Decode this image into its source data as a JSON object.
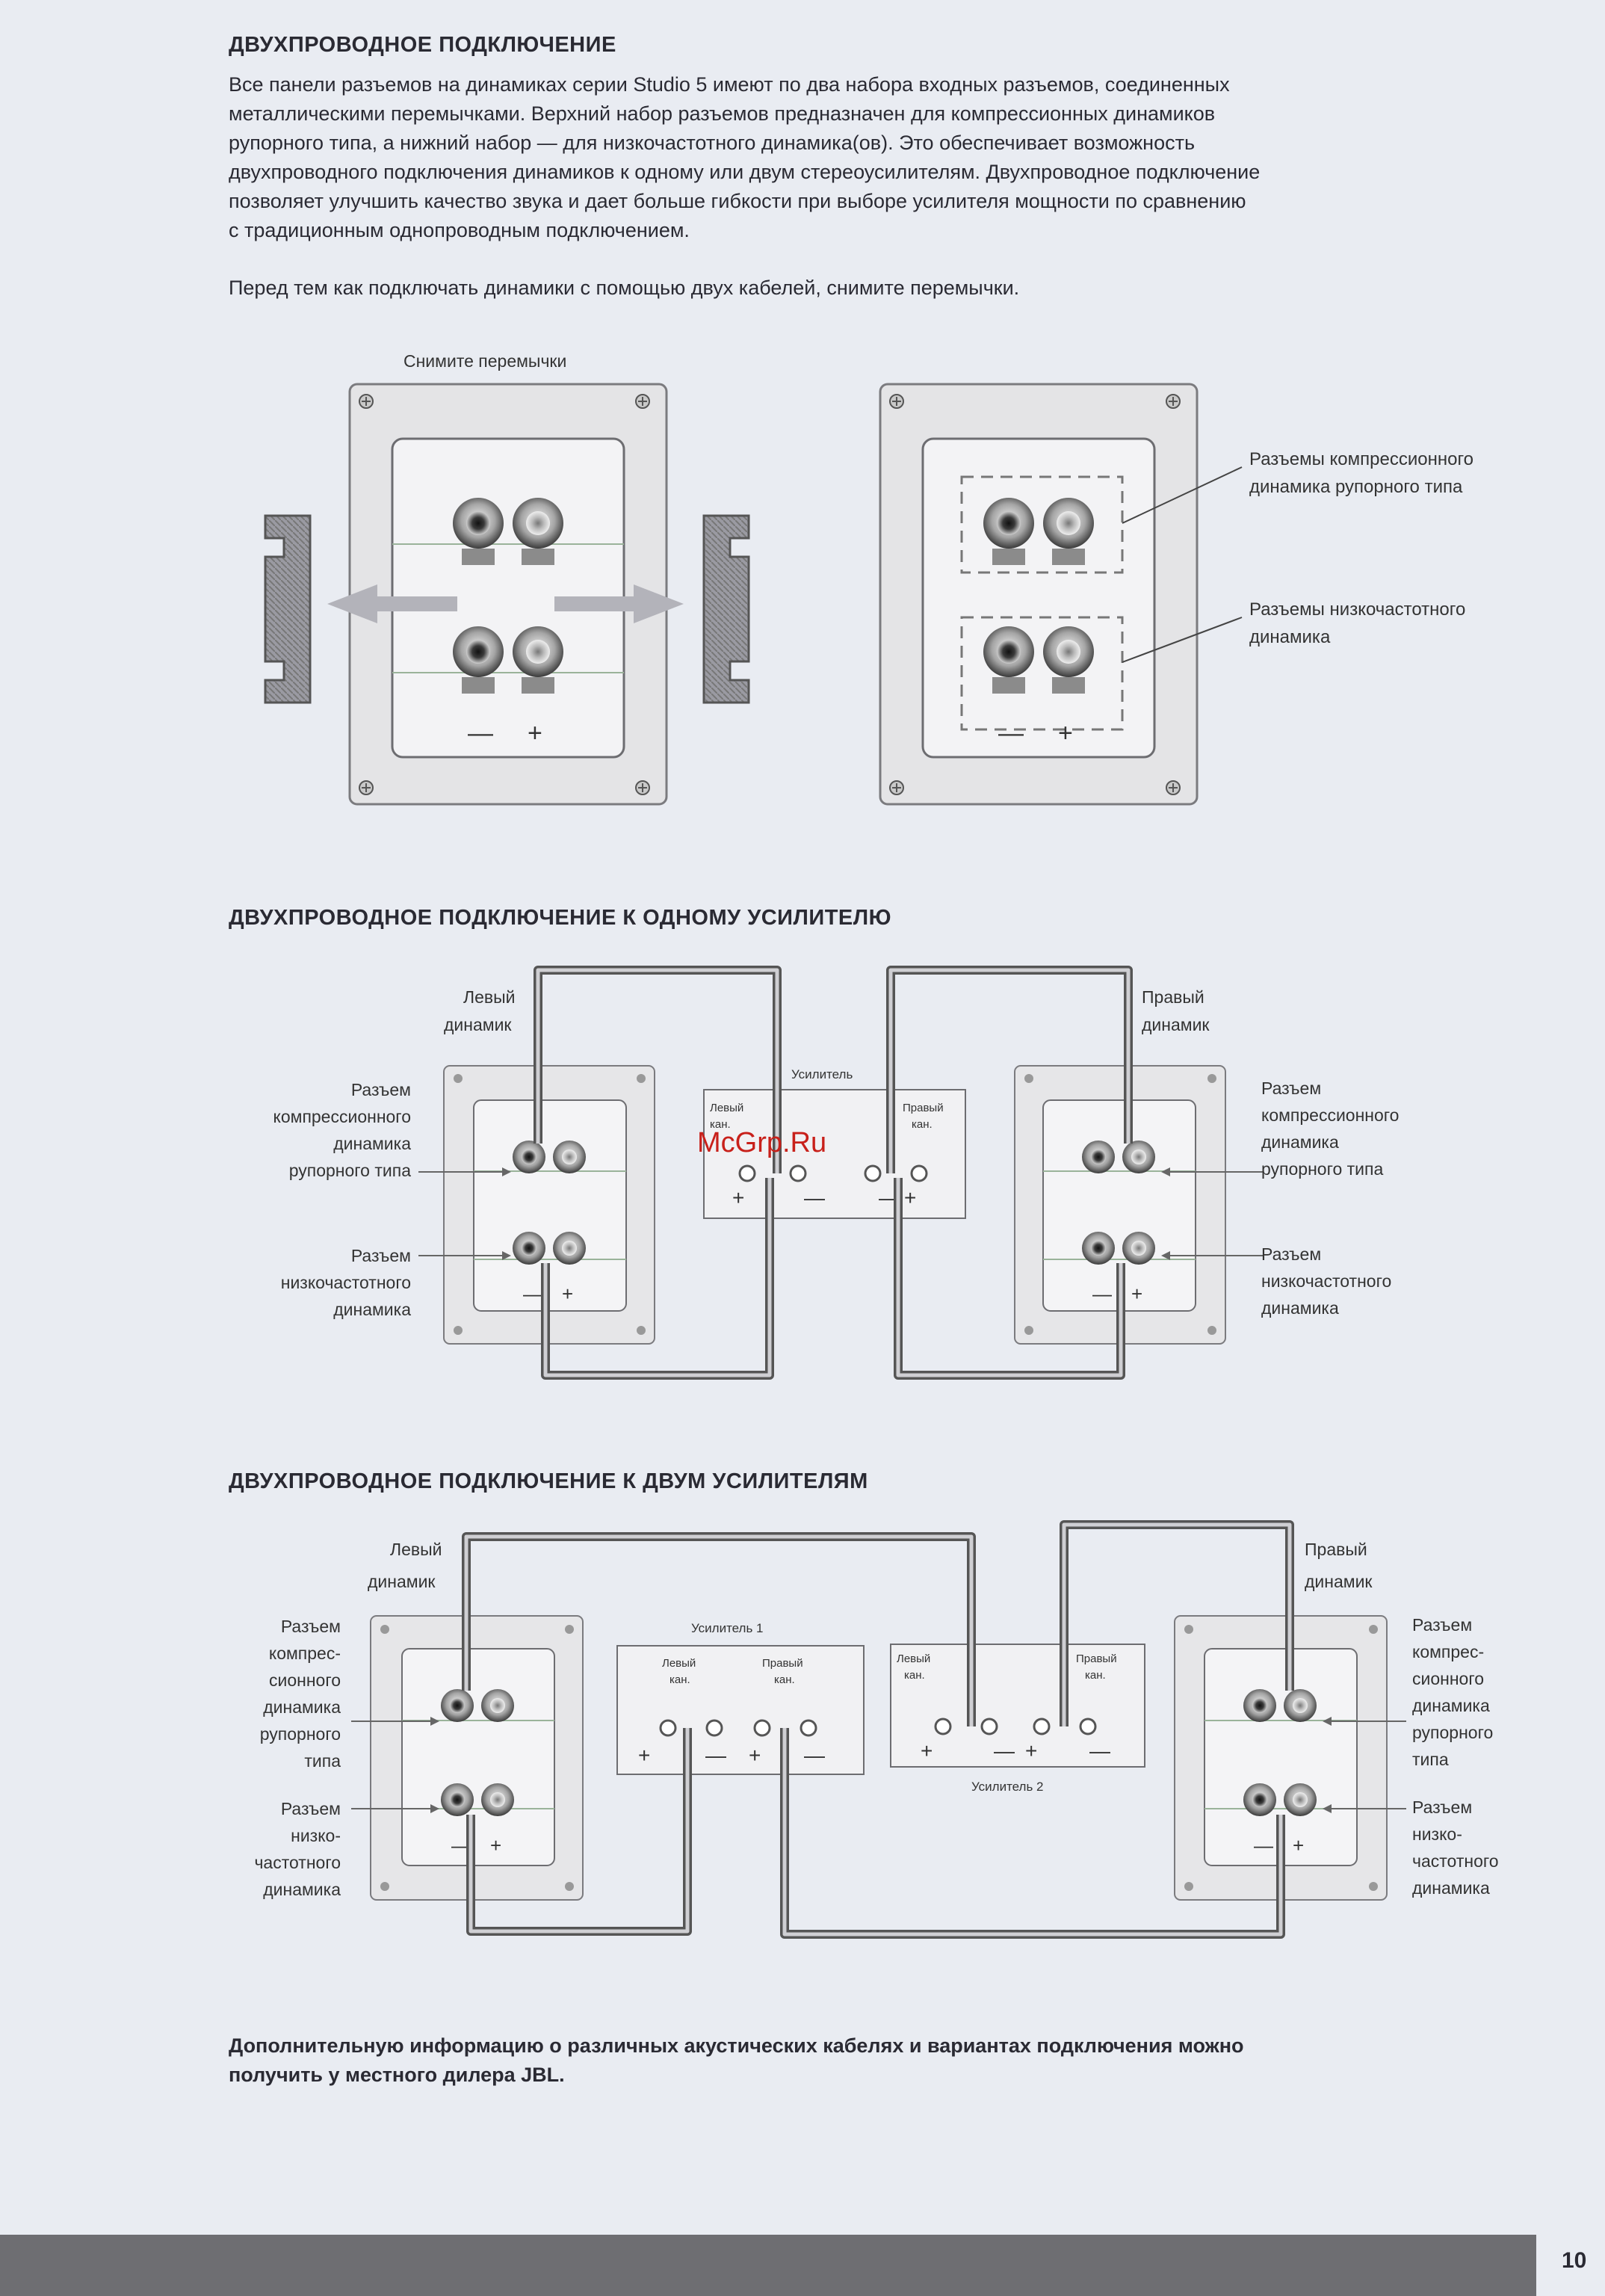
{
  "section1": {
    "heading": "ДВУХПРОВОДНОЕ ПОДКЛЮЧЕНИЕ",
    "paragraph_lines": [
      "Все панели разъемов на динамиках серии Studio 5 имеют по два набора входных разъемов, соединенных",
      "металлическими перемычками. Верхний набор разъемов предназначен для компрессионных динамиков",
      "рупорного типа, а нижний набор — для низкочастотного динамика(ов). Это обеспечивает возможность",
      "двухпроводного подключения динамиков к одному или двум стереоусилителям. Двухпроводное подключение",
      "позволяет улучшить качество звука и дает больше гибкости при выборе усилителя мощности по сравнению",
      "с традиционным однопроводным подключением."
    ],
    "note": "Перед тем как подключать динамики с помощью двух кабелей, снимите перемычки."
  },
  "figure1": {
    "remove_label": "Снимите перемычки",
    "minus": "—",
    "plus": "+",
    "label_compression_lines": [
      "Разъемы компрессионного",
      "динамика рупорного типа"
    ],
    "label_lowfreq_lines": [
      "Разъемы низкочастотного",
      "динамика"
    ]
  },
  "section2": {
    "heading": "ДВУХПРОВОДНОЕ ПОДКЛЮЧЕНИЕ К ОДНОМУ УСИЛИТЕЛЮ",
    "left_speaker_lines": [
      "Левый",
      "динамик"
    ],
    "right_speaker_lines": [
      "Правый",
      "динамик"
    ],
    "amplifier": "Усилитель",
    "left_channel_lines": [
      "Левый",
      "кан."
    ],
    "right_channel_lines": [
      "Правый",
      "кан."
    ],
    "left_comp_lines": [
      "Разъем",
      "компрессионного",
      "динамика",
      "рупорного типа"
    ],
    "left_low_lines": [
      "Разъем",
      "низкочастотного",
      "динамика"
    ],
    "right_comp_lines": [
      "Разъем",
      "компрессионного",
      "динамика",
      "рупорного типа"
    ],
    "right_low_lines": [
      "Разъем",
      "низкочастотного",
      "динамика"
    ]
  },
  "section3": {
    "heading": "ДВУХПРОВОДНОЕ ПОДКЛЮЧЕНИЕ К ДВУМ УСИЛИТЕЛЯМ",
    "left_speaker_lines": [
      "Левый",
      "динамик"
    ],
    "right_speaker_lines": [
      "Правый",
      "динамик"
    ],
    "amp1": "Усилитель 1",
    "amp2": "Усилитель 2",
    "left_channel_lines": [
      "Левый",
      "кан."
    ],
    "right_channel_lines": [
      "Правый",
      "кан."
    ],
    "left_comp_lines": [
      "Разъем",
      "компрес-",
      "сионного",
      "динамика",
      "рупорного",
      "типа"
    ],
    "left_low_lines": [
      "Разъем",
      "низко-",
      "частотного",
      "динамика"
    ],
    "right_comp_lines": [
      "Разъем",
      "компрес-",
      "сионного",
      "динамика",
      "рупорного",
      "типа"
    ],
    "right_low_lines": [
      "Разъем",
      "низко-",
      "частотного",
      "динамика"
    ]
  },
  "footer": {
    "note_lines": [
      "Дополнительную информацию о различных акустических кабелях и вариантах подключения можно",
      "получить у местного дилера JBL."
    ],
    "page_number": "10"
  },
  "watermark": "McGrp.Ru"
}
